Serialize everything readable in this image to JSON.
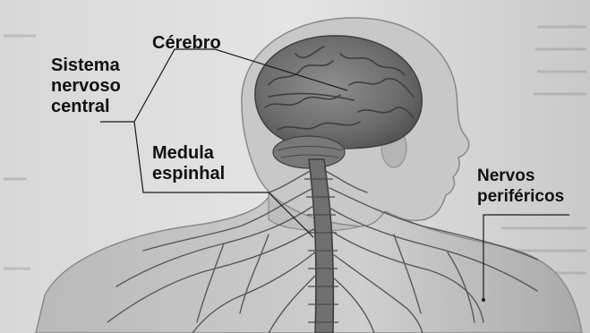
{
  "labels": {
    "central_nervous_system": [
      "Sistema",
      "nervoso",
      "central"
    ],
    "brain": "Cérebro",
    "spinal_cord": [
      "Medula",
      "espinhal"
    ],
    "peripheral_nerves": [
      "Nervos",
      "periféricos"
    ]
  }
}
